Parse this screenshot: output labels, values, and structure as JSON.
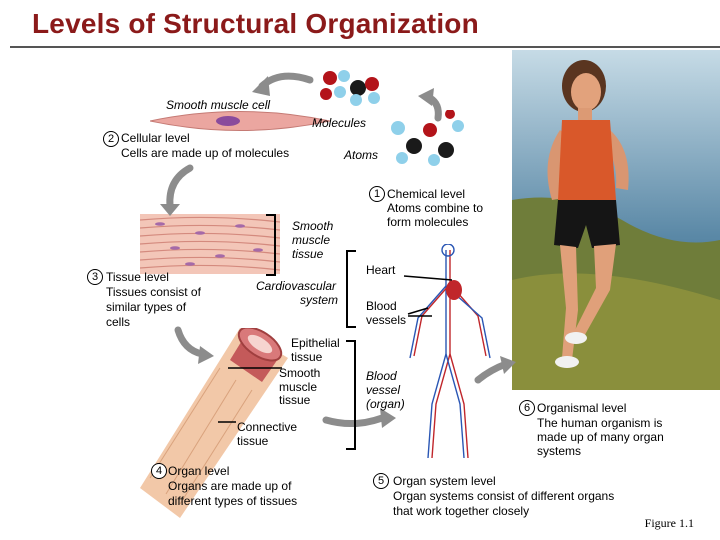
{
  "title": "Levels of Structural Organization",
  "labels": {
    "smooth_muscle_cell": "Smooth muscle cell",
    "molecules": "Molecules",
    "atoms": "Atoms",
    "smooth_muscle_tissue": [
      "Smooth",
      "muscle",
      "tissue"
    ],
    "cardiovascular_system": [
      "Cardiovascular",
      "system"
    ],
    "heart": "Heart",
    "blood_vessels": [
      "Blood",
      "vessels"
    ],
    "epithelial_tissue": [
      "Epithelial",
      "tissue"
    ],
    "organ_smooth_muscle_tissue": [
      "Smooth",
      "muscle",
      "tissue"
    ],
    "connective_tissue": [
      "Connective",
      "tissue"
    ],
    "blood_vessel_organ": [
      "Blood",
      "vessel",
      "(organ)"
    ]
  },
  "levels": [
    {
      "number": "1",
      "name": "Chemical level",
      "desc": [
        "Atoms combine to",
        "form molecules"
      ]
    },
    {
      "number": "2",
      "name": "Cellular level",
      "desc": [
        "Cells are made up of molecules"
      ]
    },
    {
      "number": "3",
      "name": "Tissue level",
      "desc": [
        "Tissues consist of",
        "similar types of",
        "cells"
      ]
    },
    {
      "number": "4",
      "name": "Organ level",
      "desc": [
        "Organs are made up of",
        "different types of tissues"
      ]
    },
    {
      "number": "5",
      "name": "Organ system level",
      "desc": [
        "Organ systems consist of different organs",
        "that work together  closely"
      ]
    },
    {
      "number": "6",
      "name": "Organismal level",
      "desc": [
        "The human organism is",
        "made up of many organ",
        "systems"
      ]
    }
  ],
  "figure_caption": "Figure 1.1"
}
